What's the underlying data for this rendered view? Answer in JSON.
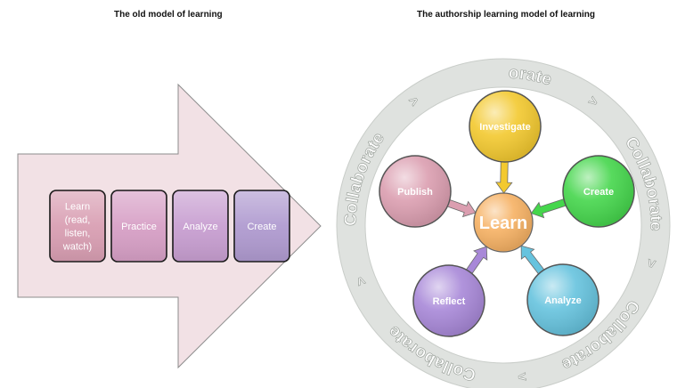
{
  "titles": {
    "old_model": "The old model of learning",
    "new_model": "The authorship learning model of learning"
  },
  "old_model": {
    "steps": [
      {
        "lines": [
          "Learn",
          "(read,",
          "listen,",
          "watch)"
        ]
      },
      {
        "lines": [
          "Practice"
        ]
      },
      {
        "lines": [
          "Analyze"
        ]
      },
      {
        "lines": [
          "Create"
        ]
      }
    ]
  },
  "new_model": {
    "center": "Learn",
    "nodes": [
      "Investigate",
      "Create",
      "Analyze",
      "Reflect",
      "Publish"
    ],
    "ring_label": "Collaborate"
  },
  "colors": {
    "arrow_fill": "#f2e1e5",
    "step_fills": [
      "#d99fb3",
      "#d7a0c6",
      "#c89fd1",
      "#b09bd0"
    ],
    "node_fills": [
      "#f3c92f",
      "#45d64c",
      "#66c3de",
      "#a888d8",
      "#db9eb0"
    ],
    "center_fill": "#f6b163",
    "ring_fill": "#eef0ee"
  }
}
